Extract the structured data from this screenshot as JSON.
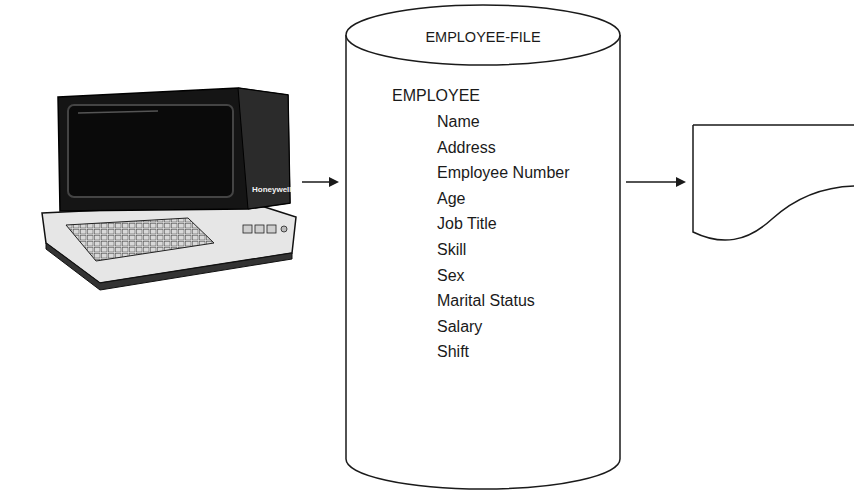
{
  "diagram": {
    "nodes": [
      {
        "text": [
          "Honeywell"
        ]
      },
      {
        "text": [
          "EMPLOYEE-FILE",
          "EMPLOYEE",
          "Name",
          "Address",
          "Employee Number",
          "Age",
          "Job Title",
          "Skill",
          "Sex",
          "Marital Status",
          "Salary",
          "Shift"
        ]
      },
      {
        "text": []
      }
    ],
    "edges": [
      {
        "from": 0,
        "to": 1,
        "arrow": "to"
      },
      {
        "from": 1,
        "to": 2,
        "arrow": "to"
      }
    ]
  }
}
